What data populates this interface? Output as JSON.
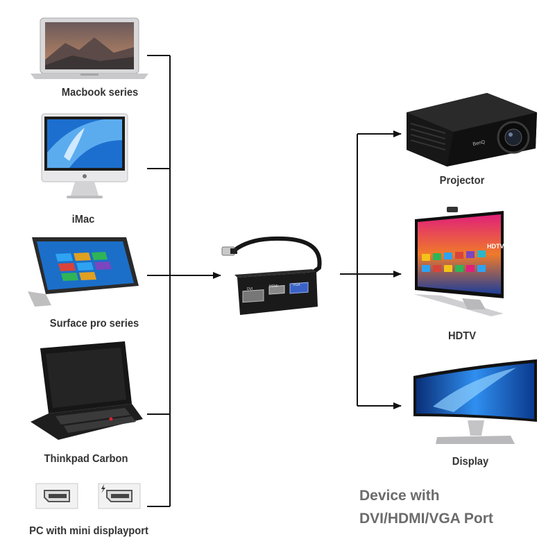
{
  "sources": [
    {
      "label": "Macbook series",
      "icon": "macbook-icon"
    },
    {
      "label": "iMac",
      "icon": "imac-icon"
    },
    {
      "label": "Surface pro series",
      "icon": "surface-pro-icon"
    },
    {
      "label": "Thinkpad Carbon",
      "icon": "thinkpad-icon"
    },
    {
      "label": "PC with mini displayport",
      "icon": "mini-displayport-icon"
    }
  ],
  "adapter": {
    "icon": "adapter-icon",
    "ports": [
      "DVI",
      "HDMI",
      "VGA"
    ]
  },
  "targets": [
    {
      "label": "Projector",
      "icon": "projector-icon",
      "brand": "BenQ"
    },
    {
      "label": "HDTV",
      "icon": "hdtv-icon",
      "badge": "HDTV"
    },
    {
      "label": "Display",
      "icon": "curved-monitor-icon"
    }
  ],
  "caption": {
    "line1": "Device with",
    "line2": "DVI/HDMI/VGA Port"
  },
  "colors": {
    "line": "#111111",
    "label": "#333333",
    "caption": "#6b6b6b",
    "screen_blue": "#1a6fd0",
    "device_black": "#1b1b1b"
  }
}
